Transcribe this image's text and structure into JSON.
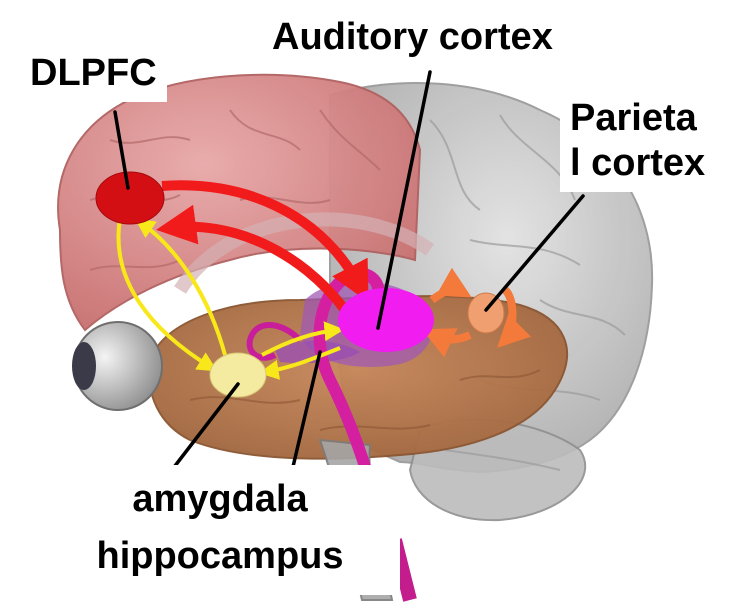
{
  "labels": {
    "dlpfc": "DLPFC",
    "auditory_cortex": "Auditory cortex",
    "parietal_line1": "Parieta",
    "parietal_line2": "l cortex",
    "amygdala": "amygdala",
    "hippocampus": "hippocampus"
  },
  "colors": {
    "frontal_lobe": "#d98c8c",
    "posterior_brain": "#c9c9c9",
    "temporal_lobe": "#b5784a",
    "dlpfc_node": "#d40f14",
    "auditory_node": "#f01cf0",
    "parietal_node": "#f0a070",
    "amygdala_node": "#f5eba0",
    "hippocampus_region": "#a05ab4",
    "red_arrows": "#f21b1b",
    "yellow_arrows": "#f8e81a",
    "orange_arrows": "#f47a3c",
    "magenta_pathway": "#d41fa0",
    "label_background": "#ffffff",
    "pointer_lines": "#000000"
  },
  "icons": {
    "eye": "eyeball-icon"
  }
}
